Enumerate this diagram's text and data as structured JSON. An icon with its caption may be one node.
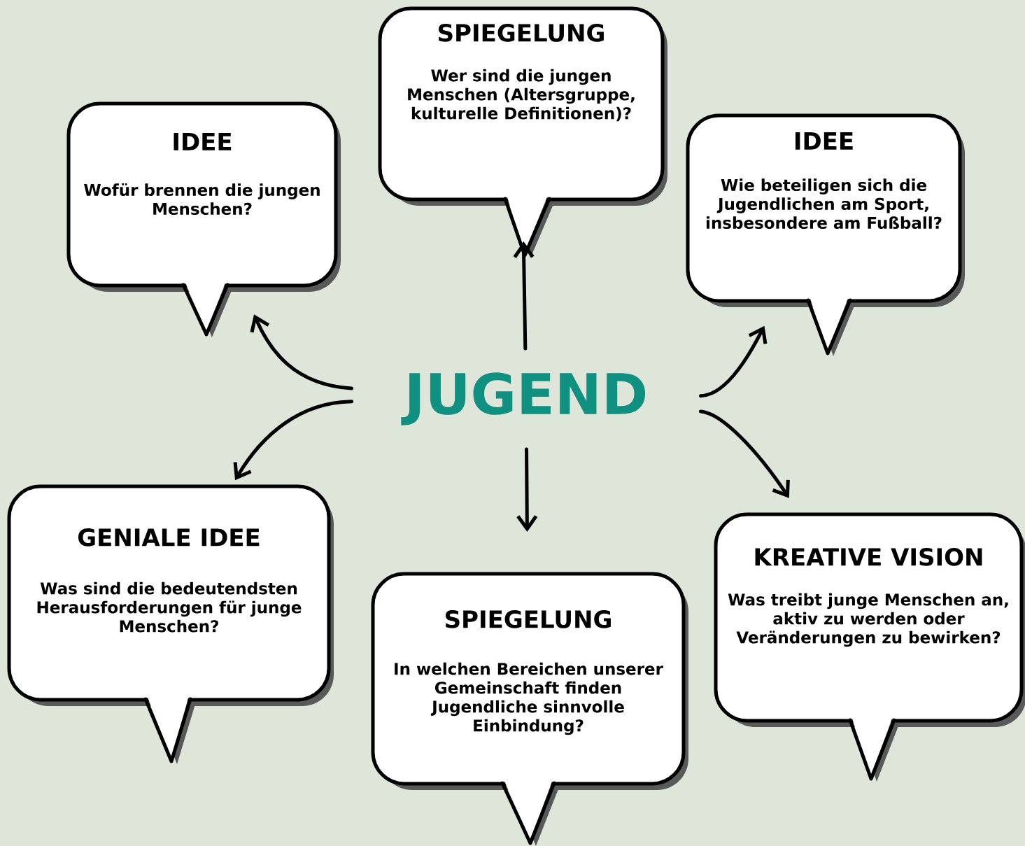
{
  "diagram": {
    "nodes": [
      {
        "text": [
          "SPIEGELUNG",
          "Wer sind die jungen Menschen (Altersgruppe, kulturelle Definitionen)?"
        ]
      },
      {
        "text": [
          "IDEE",
          "Wofür brennen die jungen Menschen?"
        ]
      },
      {
        "text": [
          "IDEE",
          "Wie beteiligen sich die Jugendlichen am Sport, insbesondere am Fußball?"
        ]
      },
      {
        "text": [
          "JUGEND"
        ]
      },
      {
        "text": [
          "GENIALE IDEE",
          "Was sind die bedeutendsten Herausforderungen für junge Menschen?"
        ]
      },
      {
        "text": [
          "KREATIVE VISION",
          "Was treibt junge Menschen an, aktiv zu werden oder Veränderungen zu bewirken?"
        ]
      },
      {
        "text": [
          "SPIEGELUNG",
          "In welchen Bereichen unserer Gemeinschaft finden Jugendliche sinnvolle Einbindung?"
        ]
      }
    ],
    "edges": [
      {
        "from": 3,
        "to": 0,
        "arrow": "to"
      },
      {
        "from": 3,
        "to": 1,
        "arrow": "to"
      },
      {
        "from": 3,
        "to": 2,
        "arrow": "to"
      },
      {
        "from": 3,
        "to": 4,
        "arrow": "to"
      },
      {
        "from": 3,
        "to": 5,
        "arrow": "to"
      },
      {
        "from": 3,
        "to": 6,
        "arrow": "to"
      }
    ]
  }
}
